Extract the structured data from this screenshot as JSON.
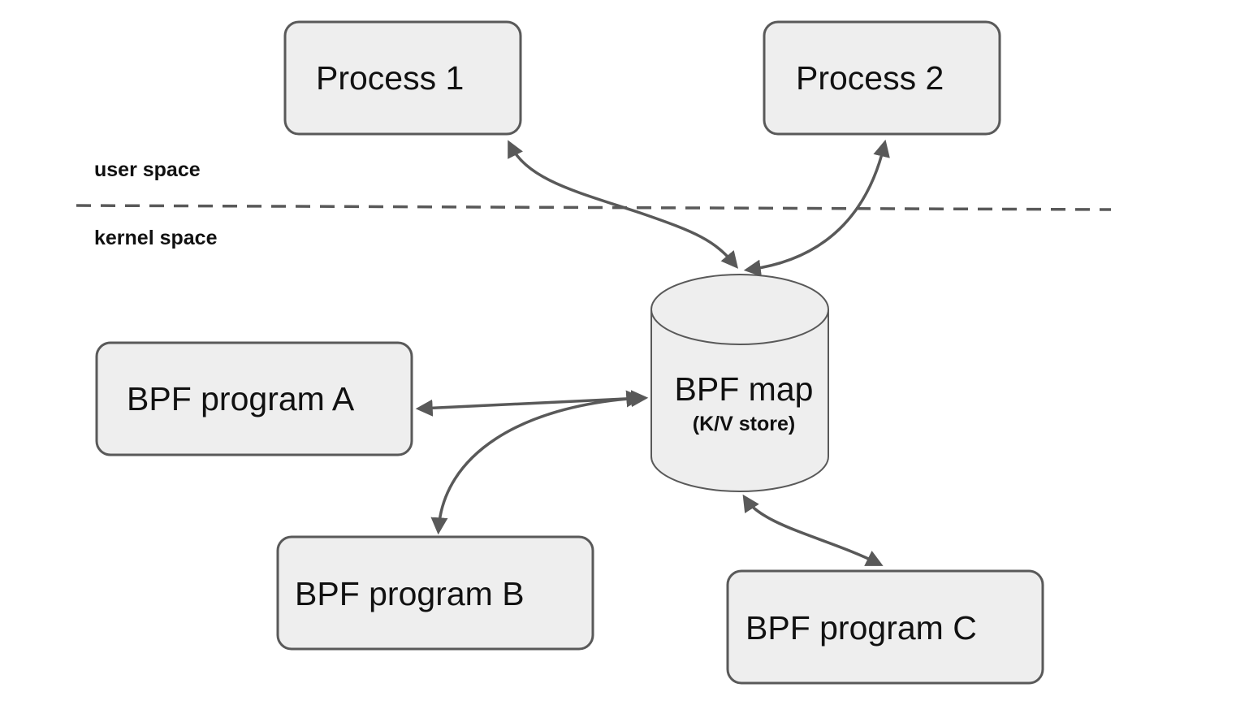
{
  "regions": {
    "user_space": "user space",
    "kernel_space": "kernel space"
  },
  "nodes": {
    "process_1": "Process 1",
    "process_2": "Process 2",
    "bpf_map": "BPF map",
    "bpf_map_sub": "(K/V store)",
    "bpf_program_a": "BPF program A",
    "bpf_program_b": "BPF program B",
    "bpf_program_c": "BPF program C"
  },
  "colors": {
    "box_fill": "#eeeeee",
    "line": "#595959",
    "text": "#111111"
  }
}
